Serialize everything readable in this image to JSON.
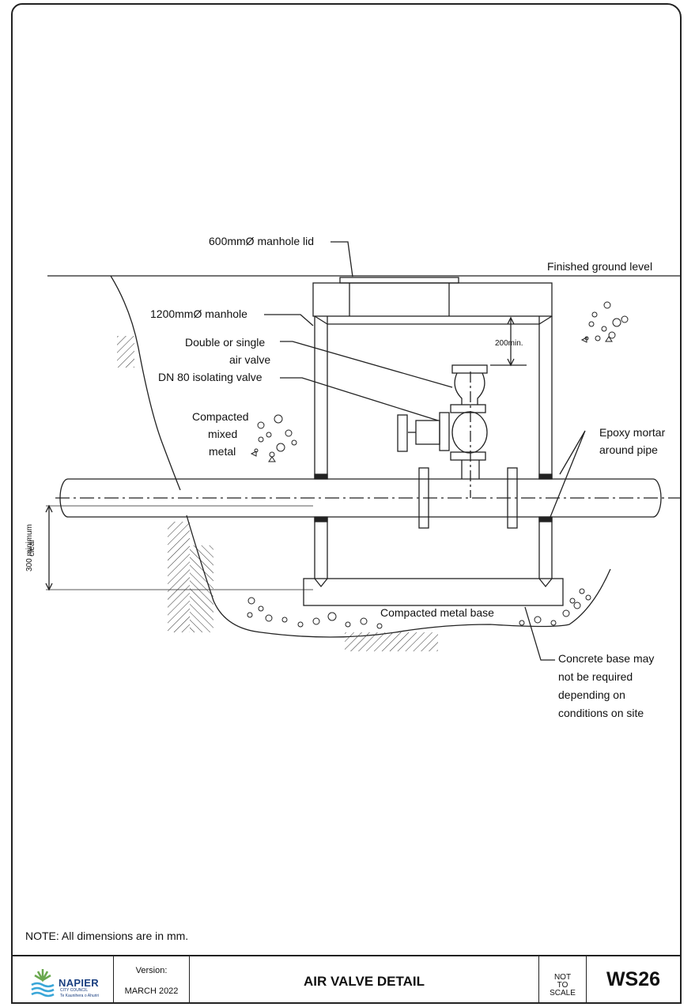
{
  "labels": {
    "manhole_lid": "600mmØ manhole lid",
    "ground_level": "Finished ground level",
    "manhole": "1200mmØ manhole",
    "air_valve_1": "Double or single",
    "air_valve_2": "air valve",
    "isolating_valve": "DN 80 isolating valve",
    "compacted_1": "Compacted",
    "compacted_2": "mixed",
    "compacted_3": "metal",
    "dim_200": "200min.",
    "epoxy_1": "Epoxy mortar",
    "epoxy_2": "around pipe",
    "clearance_1": "300 minimum",
    "clearance_2": "clear",
    "metal_base": "Compacted metal base",
    "concrete_1": "Concrete base may",
    "concrete_2": "not be required",
    "concrete_3": "depending on",
    "concrete_4": "conditions on site"
  },
  "note": "NOTE:  All dimensions are in mm.",
  "title_block": {
    "logo_name": "NAPIER",
    "logo_sub1": "CITY COUNCIL",
    "logo_sub2": "Te Kaunihera o Ahuriri",
    "version_label": "Version:",
    "version_value": "MARCH 2022",
    "title": "AIR VALVE DETAIL",
    "scale_1": "NOT",
    "scale_2": "TO",
    "scale_3": "SCALE",
    "sheet_number": "WS26"
  },
  "colors": {
    "line": "#222222",
    "logo_blue": "#1a3f80",
    "logo_green": "#6aa84f",
    "logo_cyan": "#3aa6d8"
  }
}
